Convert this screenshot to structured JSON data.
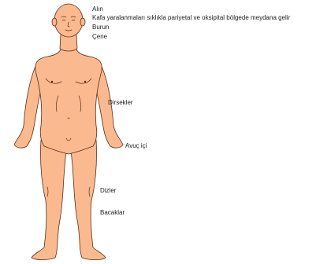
{
  "figure": {
    "skin_color": "#fbb98f",
    "outline_color": "#5a2f17",
    "labels": {
      "alin": "Alın",
      "head_injuries": "Kafa yaralanmaları sıklıkla pariyetal ve oksipital bölgede meydana gelir",
      "burun": "Burun",
      "cene": "Çene",
      "dirsekler": "Dirsekler",
      "avuc_ici": "Avuç içi",
      "dizler": "Dizler",
      "bacaklar": "Bacaklar"
    }
  }
}
